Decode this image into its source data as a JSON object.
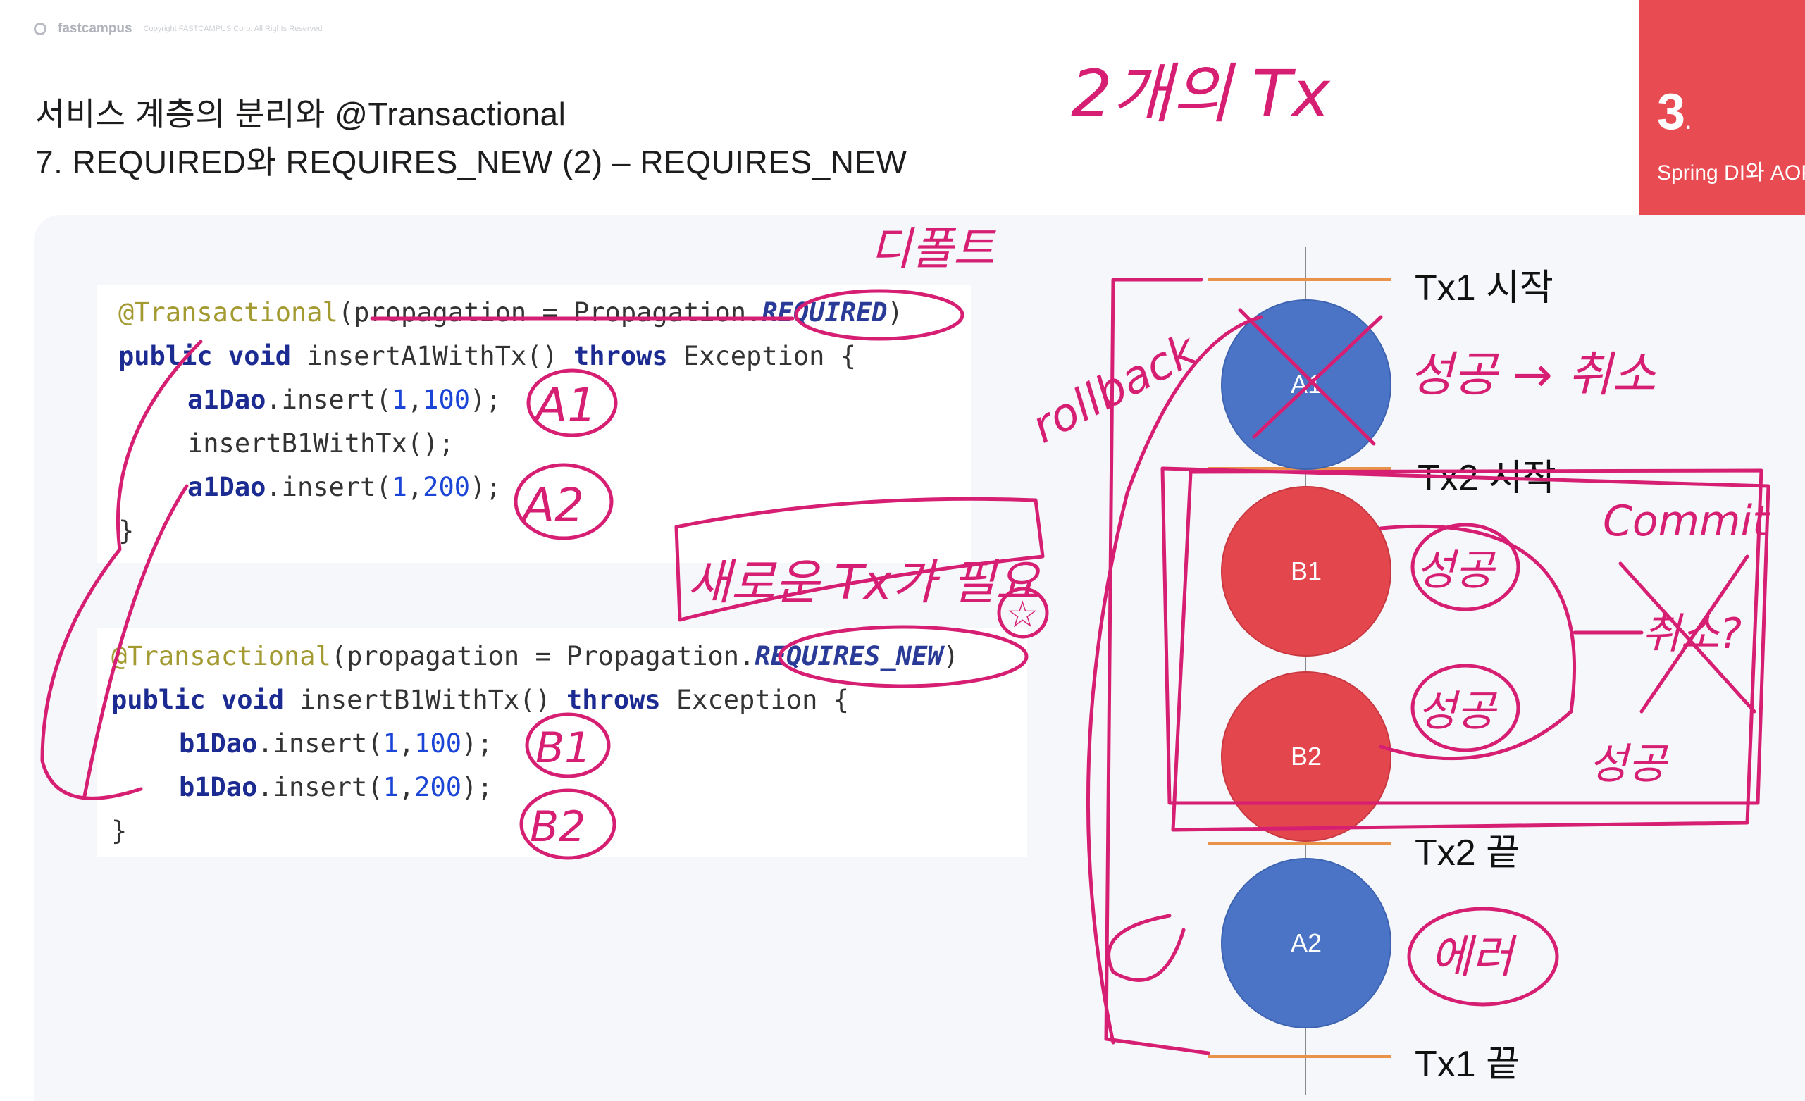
{
  "header": {
    "brand": "fastcampus",
    "copyright": "Copyright FASTCAMPUS Corp. All Rights Reserved",
    "title": "서비스 계층의 분리와 @Transactional",
    "subtitle": "7. REQUIRED와 REQUIRES_NEW (2) – REQUIRES_NEW"
  },
  "chapter": {
    "number": "3",
    "dot": ".",
    "label": "Spring DI와 AOP"
  },
  "code1": {
    "l1_anno": "@Transactional",
    "l1_rest": "(propagation = Propagation.",
    "l1_const": "REQUIRED",
    "l1_end": ")",
    "l2_kw1": "public void ",
    "l2_name": "insertA1WithTx() ",
    "l2_kw2": "throws ",
    "l2_end": "Exception {",
    "l3_obj": "a1Dao",
    "l3_call": ".insert(",
    "l3_n1": "1",
    "l3_comma": ",",
    "l3_n2": "100",
    "l3_end": ");",
    "l4": "insertB1WithTx();",
    "l5_obj": "a1Dao",
    "l5_call": ".insert(",
    "l5_n1": "1",
    "l5_comma": ",",
    "l5_n2": "200",
    "l5_end": ");",
    "l6": "}"
  },
  "code2": {
    "l1_anno": "@Transactional",
    "l1_rest": "(propagation = Propagation.",
    "l1_const": "REQUIRES_NEW",
    "l1_end": ")",
    "l2_kw1": "public void ",
    "l2_name": "insertB1WithTx() ",
    "l2_kw2": "throws ",
    "l2_end": "Exception {",
    "l3_obj": "b1Dao",
    "l3_call": ".insert(",
    "l3_n1": "1",
    "l3_comma": ",",
    "l3_n2": "100",
    "l3_end": ");",
    "l4_obj": "b1Dao",
    "l4_call": ".insert(",
    "l4_n1": "1",
    "l4_comma": ",",
    "l4_n2": "200",
    "l4_end": ");",
    "l5": "}"
  },
  "diagram": {
    "tx1_start": "Tx1 시작",
    "tx2_start": "Tx2 시작",
    "tx2_end": "Tx2 끝",
    "tx1_end": "Tx1 끝",
    "a1": "A1",
    "b1": "B1",
    "b2": "B2",
    "a2": "A2"
  },
  "annotations": {
    "two_tx": "2개의 Tx",
    "default": "디폴트",
    "a1": "A1",
    "a2": "A2",
    "b1": "B1",
    "b2": "B2",
    "new_tx_needed": "새로운 Tx가 필요",
    "star": "☆",
    "rollback": "rollback",
    "success_cancel": "성공 → 취소",
    "commit": "Commit",
    "success1": "성공",
    "success2": "성공",
    "cancel": "취소?",
    "success3": "성공",
    "error": "에러"
  },
  "colors": {
    "accent": "#e84b51",
    "ink": "#d61f73",
    "a_circle": "#4b74c6",
    "b_circle": "#e4464e",
    "tx_line": "#e8924a"
  }
}
